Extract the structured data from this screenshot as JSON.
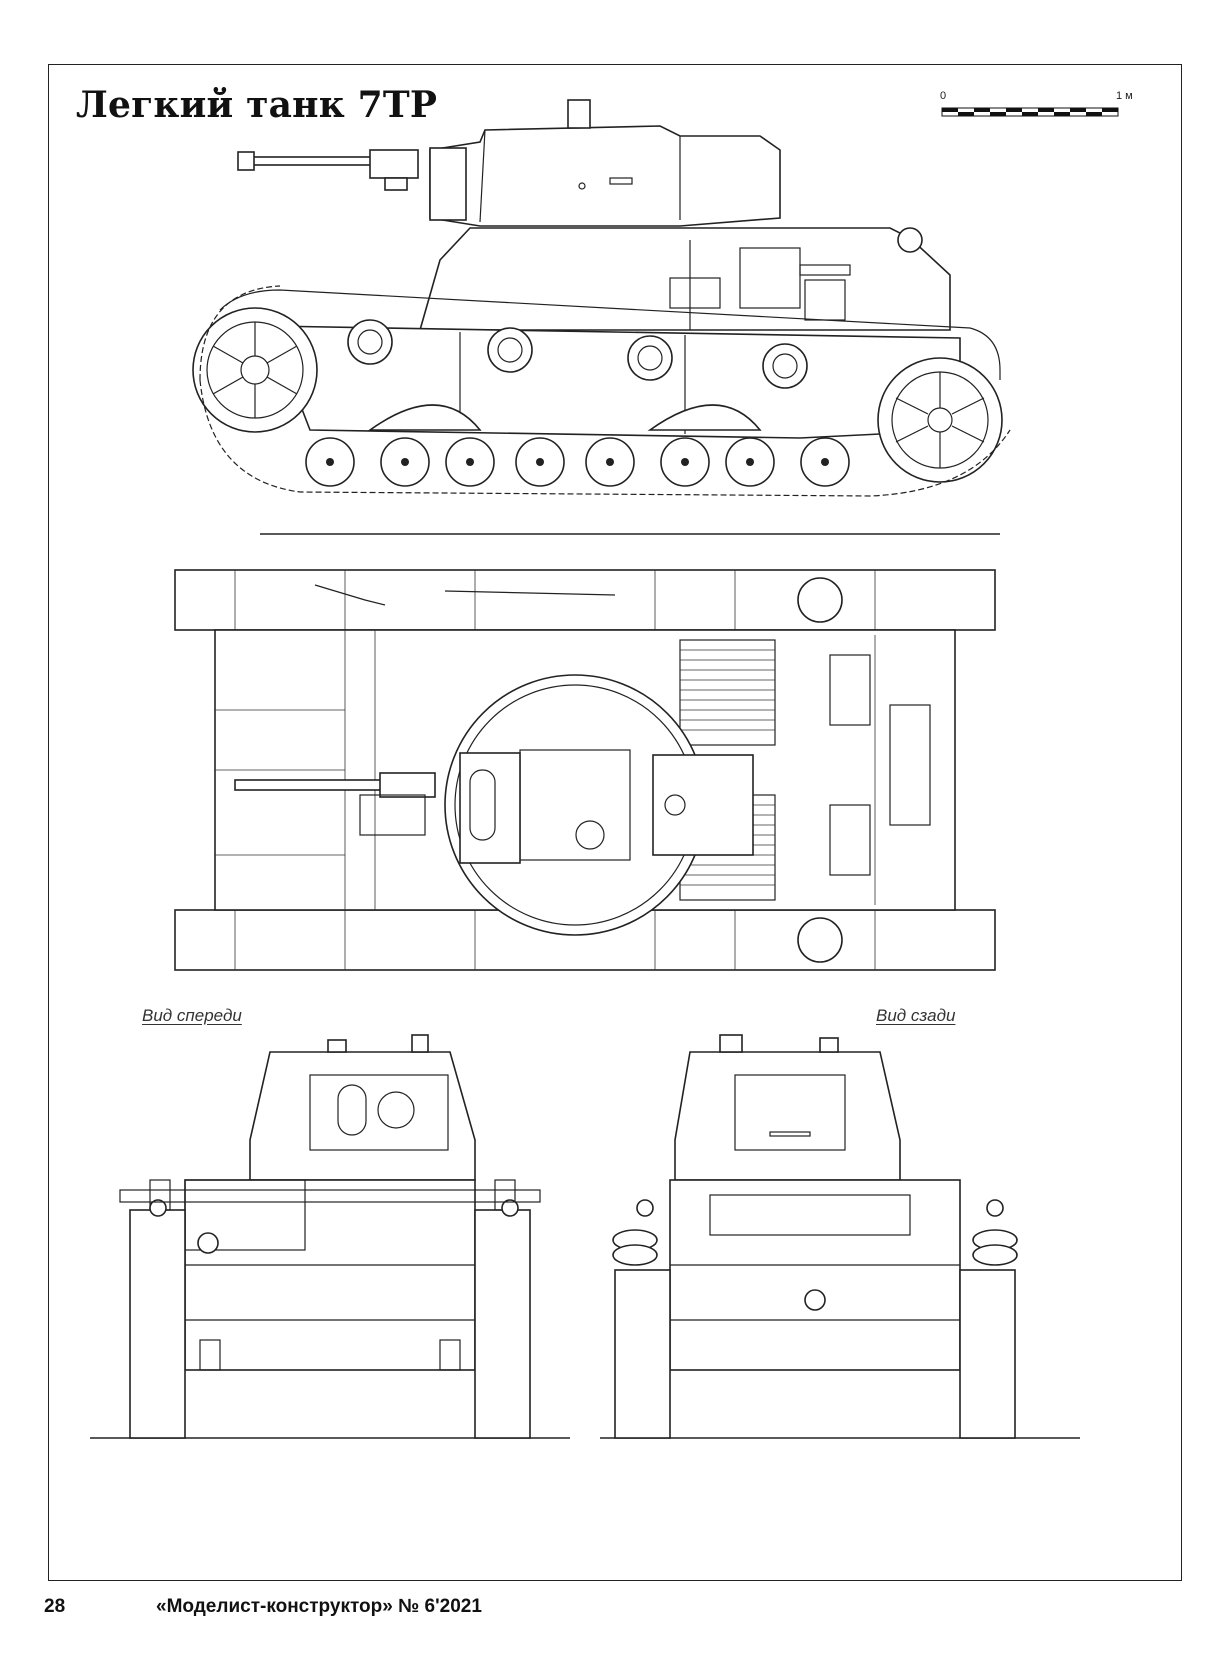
{
  "page": {
    "title": "Легкий танк 7ТР",
    "scale": {
      "start_label": "0",
      "end_label": "1 м"
    },
    "views": {
      "front_caption": "Вид спереди",
      "rear_caption": "Вид сзади"
    },
    "footer": {
      "page_number": "28",
      "publication": "«Моделист-конструктор» № 6'2021"
    }
  }
}
